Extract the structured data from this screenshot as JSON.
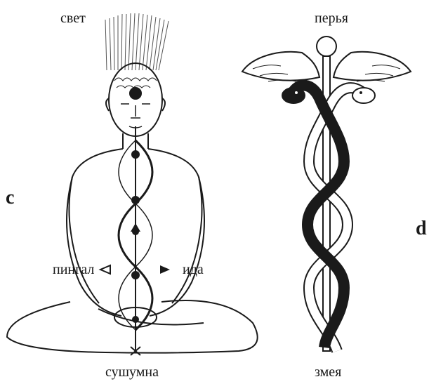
{
  "panels": [
    {
      "letter": "c",
      "labels": {
        "top": "свет",
        "left": "пингал",
        "right": "ида",
        "bottom": "сушумна"
      }
    },
    {
      "letter": "d",
      "labels": {
        "top": "перья",
        "bottom": "змея"
      }
    }
  ],
  "colors": {
    "ink": "#1a1a1a",
    "paper": "#ffffff"
  }
}
